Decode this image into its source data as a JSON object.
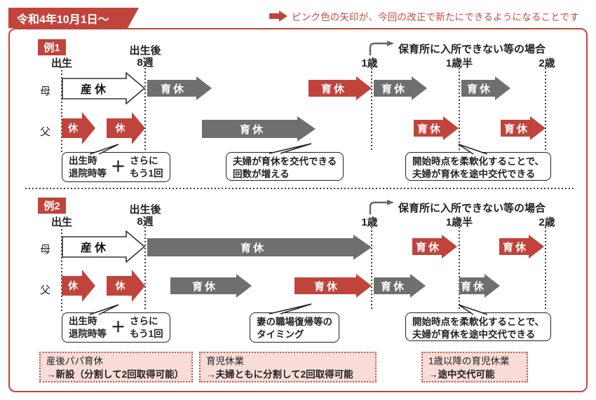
{
  "header": {
    "date_banner": "令和4年10月1日～"
  },
  "legend_note": {
    "text": "ピンク色の矢印が、今回の改正で新たにできるようになることです"
  },
  "colors": {
    "highlight_red": "#c0443c",
    "arrow_gray": "#6f6f6f",
    "panel_pink": "#f7dcd7",
    "note_red": "#c9473f"
  },
  "labels": {
    "mother": "母",
    "father": "父",
    "birth": "出生",
    "after_birth_1": "出生後",
    "after_birth_2": "8週",
    "age_1": "1歳",
    "age_1_half": "1歳半",
    "age_2": "2歳",
    "nursery_case": "保育所に入所できない等の場合"
  },
  "arrows": {
    "maternity": "産休",
    "childcare": "育休",
    "leave": "休"
  },
  "ex1": {
    "label": "例1",
    "bubble_birth": {
      "left_1": "出生時",
      "left_2": "退院時等",
      "plus": "＋",
      "right_1": "さらに",
      "right_2": "もう1回"
    },
    "bubble_swap": {
      "line_1": "夫婦が育休を交代できる",
      "line_2": "回数が増える"
    },
    "bubble_flex": {
      "line_1": "開始時点を柔軟化することで、",
      "line_2": "夫婦が育休を途中交代できる"
    }
  },
  "ex2": {
    "label": "例2",
    "bubble_birth": {
      "left_1": "出生時",
      "left_2": "退院時等",
      "plus": "＋",
      "right_1": "さらに",
      "right_2": "もう1回"
    },
    "bubble_return": {
      "line_1": "妻の職場復帰等の",
      "line_2": "タイミング"
    },
    "bubble_flex": {
      "line_1": "開始時点を柔軟化することで、",
      "line_2": "夫婦が育休を途中交代できる"
    }
  },
  "footer_boxes": [
    {
      "title": "産後パパ育休",
      "desc": "→新設（分割して2回取得可能）"
    },
    {
      "title": "育児休業",
      "desc": "→夫婦ともに分割して2回取得可能"
    },
    {
      "title": "1歳以降の育児休業",
      "desc": "→途中交代可能"
    }
  ]
}
